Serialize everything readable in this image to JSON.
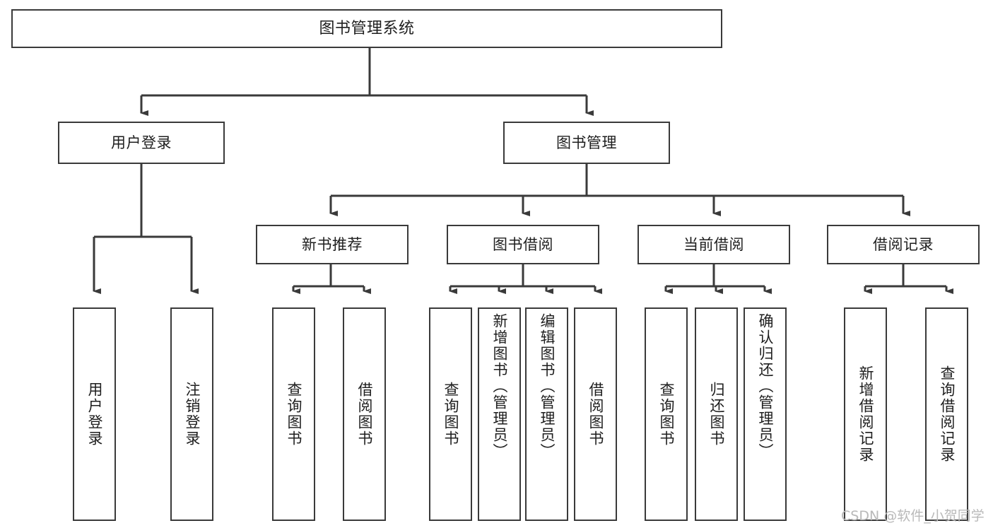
{
  "diagram": {
    "title": "图书管理系统",
    "type": "tree",
    "watermark": "CSDN @软件_小贺同学",
    "colors": {
      "border": "#3a3a3a",
      "background": "#ffffff",
      "text": "#1e1e1e",
      "edge": "#3a3a3a",
      "watermark": "#b9b9b9"
    },
    "root": {
      "label": "图书管理系统"
    },
    "level1": [
      {
        "label": "用户登录"
      },
      {
        "label": "图书管理"
      }
    ],
    "level2": [
      {
        "label": "新书推荐"
      },
      {
        "label": "图书借阅"
      },
      {
        "label": "当前借阅"
      },
      {
        "label": "借阅记录"
      }
    ],
    "leaves": {
      "user_login": [
        {
          "label": "用户登录"
        },
        {
          "label": "注销登录"
        }
      ],
      "new_book_recommend": [
        {
          "label": "查询图书"
        },
        {
          "label": "借阅图书"
        }
      ],
      "book_borrow": [
        {
          "label": "查询图书"
        },
        {
          "label": "新增图书（管理员）"
        },
        {
          "label": "编辑图书（管理员）"
        },
        {
          "label": "借阅图书"
        }
      ],
      "current_borrow": [
        {
          "label": "查询图书"
        },
        {
          "label": "归还图书"
        },
        {
          "label": "确认归还（管理员）"
        }
      ],
      "borrow_record": [
        {
          "label": "新增借阅记录"
        },
        {
          "label": "查询借阅记录"
        }
      ]
    }
  }
}
